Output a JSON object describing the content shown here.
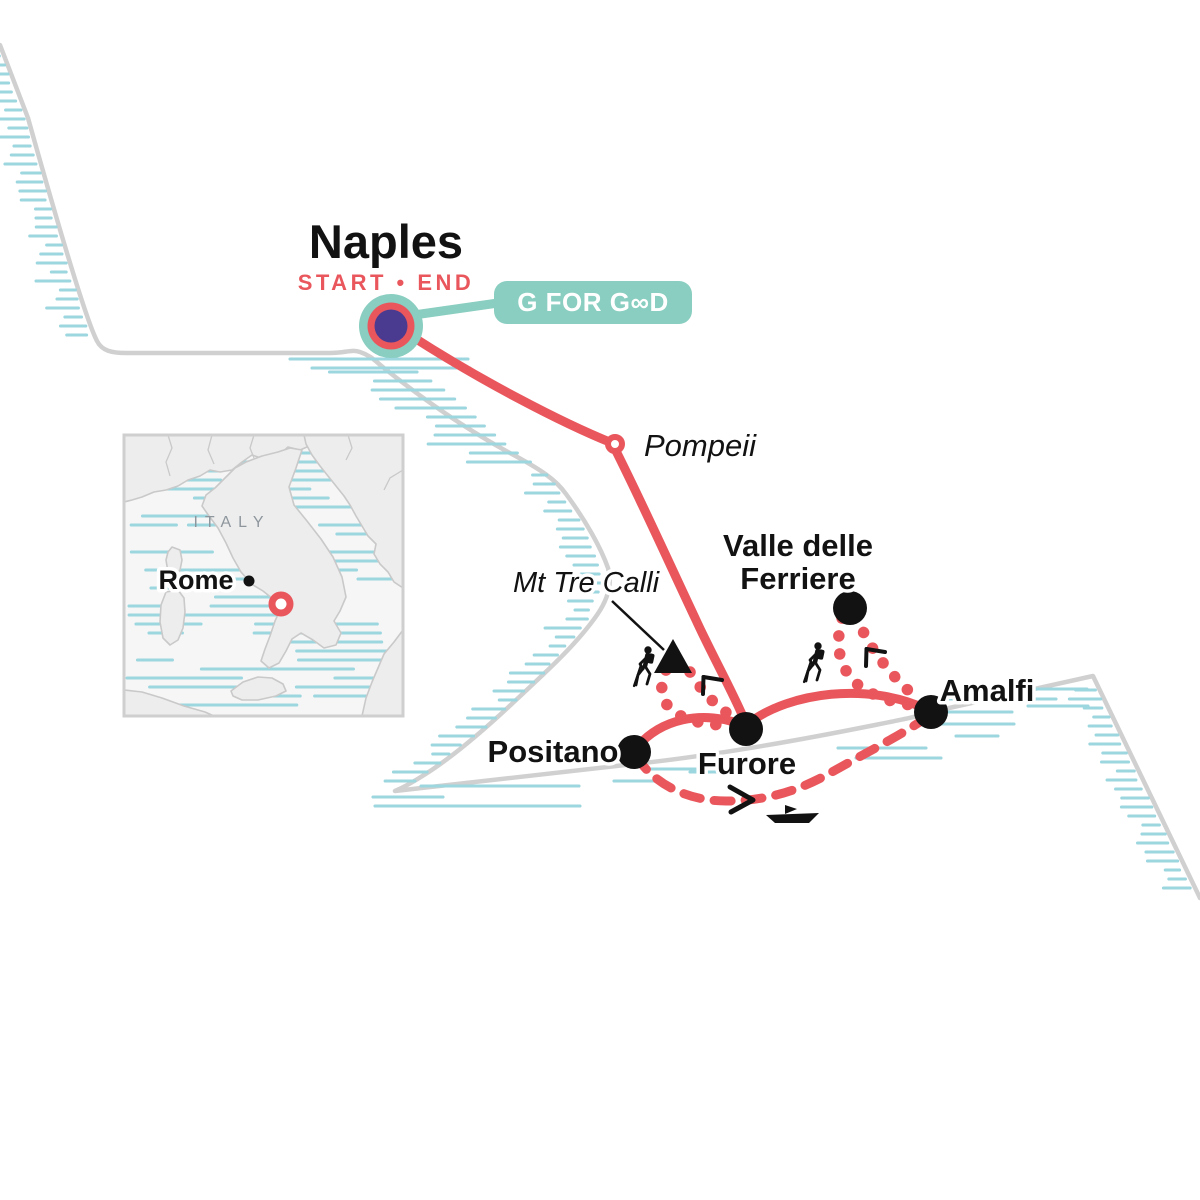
{
  "colors": {
    "route": "#E9575D",
    "teal": "#89CEC0",
    "hatch": "#9CD6DF",
    "purple": "#4A3A90",
    "coast": "#D0D0D0",
    "ink": "#121212",
    "inset_land": "#EDEDED",
    "inset_line": "#C9C9C9",
    "inset_bg": "#F6F6F6",
    "inset_text": "#8E969D"
  },
  "header": {
    "city": "Naples",
    "start_end": "START • END",
    "badge": "G FOR G∞D"
  },
  "places": {
    "pompeii": "Pompeii",
    "mt_tre_calli": "Mt Tre Calli",
    "valle_delle_ferriere_line1": "Valle delle",
    "valle_delle_ferriere_line2": "Ferriere",
    "amalfi": "Amalfi",
    "positano": "Positano",
    "furore": "Furore"
  },
  "inset": {
    "country": "ITALY",
    "city": "Rome"
  },
  "icons": {
    "hiker": "hiker-icon",
    "trail_flag": "trail-flag-icon",
    "mountain": "mountain-peak-icon",
    "ferry_boat": "ferry-boat-icon",
    "direction_chevron": "direction-chevron-icon",
    "start_end_marker": "naples-start-end-marker",
    "stop_marker": "pompeii-stop-marker",
    "area_ring": "amalfi-area-ring-icon"
  }
}
